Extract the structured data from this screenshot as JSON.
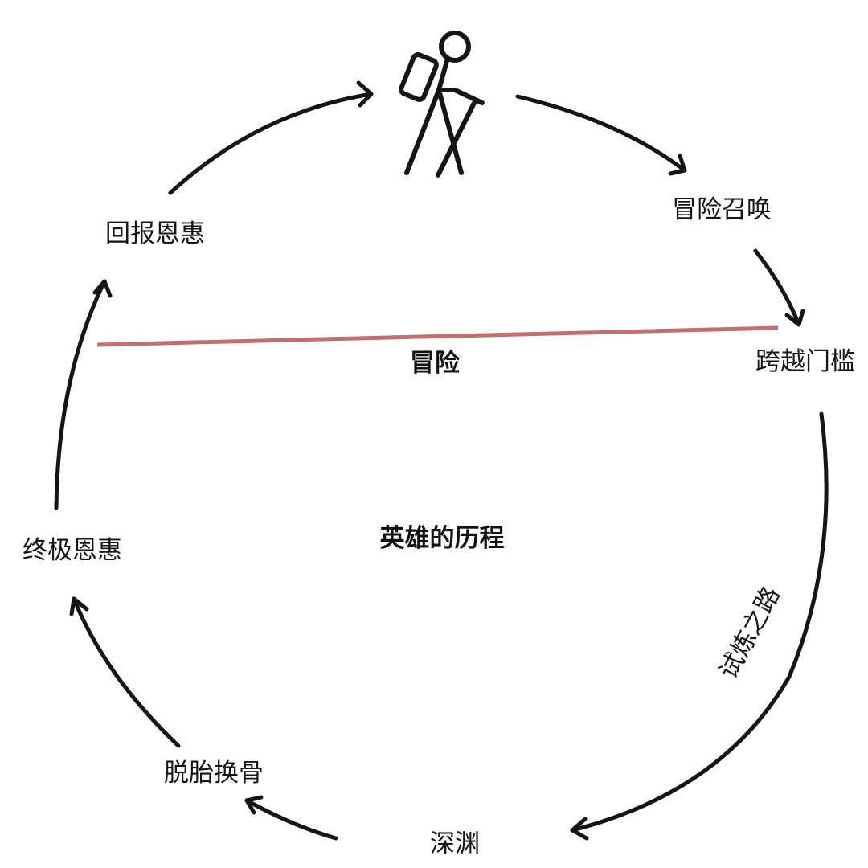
{
  "center_title": "英雄的历程",
  "divider_label": "冒险",
  "stages": {
    "call": "冒险召唤",
    "threshold": "跨越门槛",
    "trials": "试炼之路",
    "abyss": "深渊",
    "transformation": "脱胎换骨",
    "ultimate_boon": "终极恩惠",
    "return_boon": "回报恩惠"
  },
  "colors": {
    "divider_line": "#c0706e",
    "ink": "#151515"
  },
  "icons": {
    "hero": "hiker-icon"
  }
}
